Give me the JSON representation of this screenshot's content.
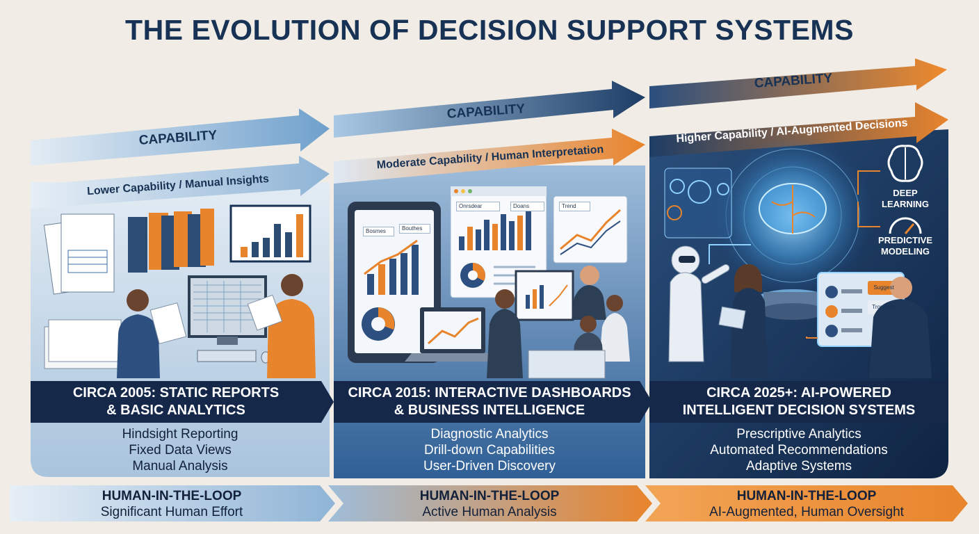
{
  "title": "THE EVOLUTION OF DECISION SUPPORT SYSTEMS",
  "eras": [
    {
      "capability_label": "CAPABILITY",
      "capability_level": "Lower Capability / Manual Insights",
      "heading_line1": "CIRCA 2005: STATIC REPORTS",
      "heading_line2": "& BASIC ANALYTICS",
      "features": [
        "Hindsight Reporting",
        "Fixed Data Views",
        "Manual Analysis"
      ],
      "loop_title": "HUMAN-IN-THE-LOOP",
      "loop_desc": "Significant Human Effort"
    },
    {
      "capability_label": "CAPABILITY",
      "capability_level": "Moderate Capability / Human Interpretation",
      "heading_line1": "CIRCA 2015: INTERACTIVE DASHBOARDS",
      "heading_line2": "& BUSINESS INTELLIGENCE",
      "features": [
        "Diagnostic Analytics",
        "Drill-down Capabilities",
        "User-Driven Discovery"
      ],
      "loop_title": "HUMAN-IN-THE-LOOP",
      "loop_desc": "Active Human Analysis"
    },
    {
      "capability_label": "CAPABILITY",
      "capability_level": "Higher Capability / AI-Augmented Decisions",
      "heading_line1": "CIRCA 2025+: AI-POWERED",
      "heading_line2": "INTELLIGENT DECISION SYSTEMS",
      "features": [
        "Prescriptive Analytics",
        "Automated Recommendations",
        "Adaptive Systems"
      ],
      "loop_title": "HUMAN-IN-THE-LOOP",
      "loop_desc": "AI-Augmented, Human Oversight"
    }
  ],
  "dashboard_widgets": [
    "Onrsdear",
    "Doans",
    "Trend",
    "Bosmes",
    "Bouthes"
  ],
  "ai_labels": [
    "DEEP LEARNING",
    "PREDICTIVE MODELING"
  ],
  "ai_buttons": [
    "Suggest",
    "Troppeca"
  ],
  "colors": {
    "navy": "#173254",
    "blue": "#3a6fa6",
    "orange": "#e8842c",
    "light_blue": "#bcd3e8",
    "background": "#f1ede6"
  }
}
